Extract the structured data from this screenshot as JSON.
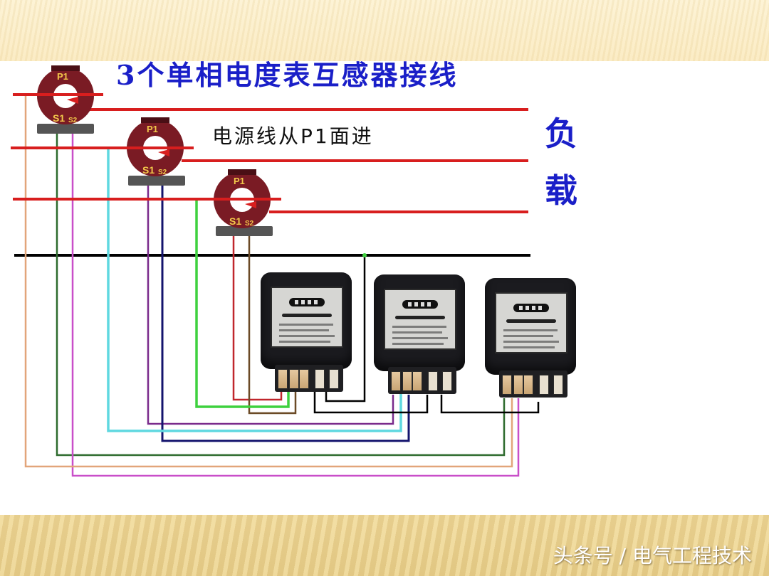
{
  "slide": {
    "title": "3个单相电度表互感器接线",
    "subtitle": "电源线从P1面进",
    "load_label_chars": [
      "负",
      "载"
    ],
    "watermark": "头条号 / 电气工程技术"
  },
  "colors": {
    "title_blue": "#1a1fc8",
    "phase_red": "#d81e1e",
    "neutral_black": "#000000",
    "ct_body": "#7a1b24",
    "ct_label": "#f2c84a",
    "band_top": "#fbecc5",
    "band_bottom": "#e6cd8a"
  },
  "current_transformers": [
    {
      "id": "CT1",
      "labels": {
        "primary": "P1",
        "s1": "S1",
        "s2": "S2"
      }
    },
    {
      "id": "CT2",
      "labels": {
        "primary": "P1",
        "s1": "S1",
        "s2": "S2"
      }
    },
    {
      "id": "CT3",
      "labels": {
        "primary": "P1",
        "s1": "S1",
        "s2": "S2"
      }
    }
  ],
  "meters": [
    {
      "id": "meter-1"
    },
    {
      "id": "meter-2"
    },
    {
      "id": "meter-3"
    }
  ],
  "wires": [
    {
      "name": "phase-L1",
      "color": "#d81e1e"
    },
    {
      "name": "phase-L2",
      "color": "#d81e1e"
    },
    {
      "name": "phase-L3",
      "color": "#d81e1e"
    },
    {
      "name": "neutral",
      "color": "#000000"
    },
    {
      "name": "ct1-s1",
      "color": "#2e6b2e"
    },
    {
      "name": "ct1-s2",
      "color": "#c94fc9"
    },
    {
      "name": "l1-voltage",
      "color": "#e2a57a"
    },
    {
      "name": "ct2-s1",
      "color": "#7a2b8c"
    },
    {
      "name": "ct2-s2",
      "color": "#14146e"
    },
    {
      "name": "l2-voltage",
      "color": "#5fd8e0"
    },
    {
      "name": "ct3-s1",
      "color": "#c0262c"
    },
    {
      "name": "ct3-s2",
      "color": "#6b4a26"
    },
    {
      "name": "l3-voltage",
      "color": "#3ed13e"
    }
  ]
}
